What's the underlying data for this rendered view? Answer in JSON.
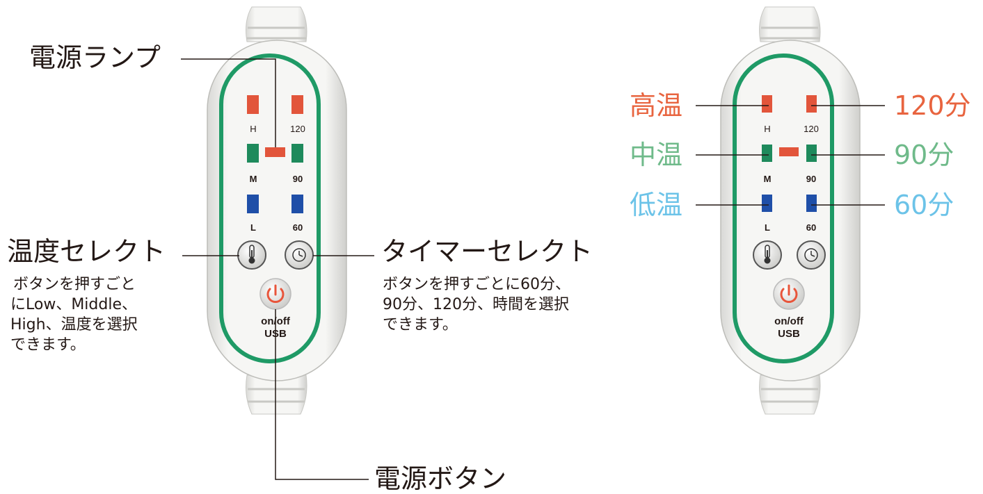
{
  "colors": {
    "outline_green": "#1f9a66",
    "led_red": "#e2553b",
    "led_green": "#1e8a5c",
    "led_blue": "#1f4fa8",
    "label_high": "#e8643f",
    "label_mid": "#6fba8a",
    "label_low": "#6cc3e8",
    "power_icon": "#e8553b",
    "text": "#231815"
  },
  "device": {
    "led_labels": {
      "high": "H",
      "mid": "M",
      "low": "L",
      "t120": "120",
      "t90": "90",
      "t60": "60"
    },
    "power_label_1": "on/off",
    "power_label_2": "USB",
    "icons": {
      "temp": "thermometer-icon",
      "timer": "clock-icon",
      "power": "power-icon"
    }
  },
  "left": {
    "power_lamp": "電源ランプ",
    "temp_select": {
      "title": "温度セレクト",
      "desc": [
        "ボタンを押すごと",
        "にLow、Middle、",
        "High、温度を選択",
        "できます。"
      ]
    },
    "timer_select": {
      "title": "タイマーセレクト",
      "desc": [
        "ボタンを押すごとに60分、",
        "90分、120分、時間を選択",
        "できます。"
      ]
    },
    "power_button": "電源ボタン"
  },
  "right": {
    "high": "高温",
    "mid": "中温",
    "low": "低温",
    "t120": "120分",
    "t90": "90分",
    "t60": "60分"
  }
}
